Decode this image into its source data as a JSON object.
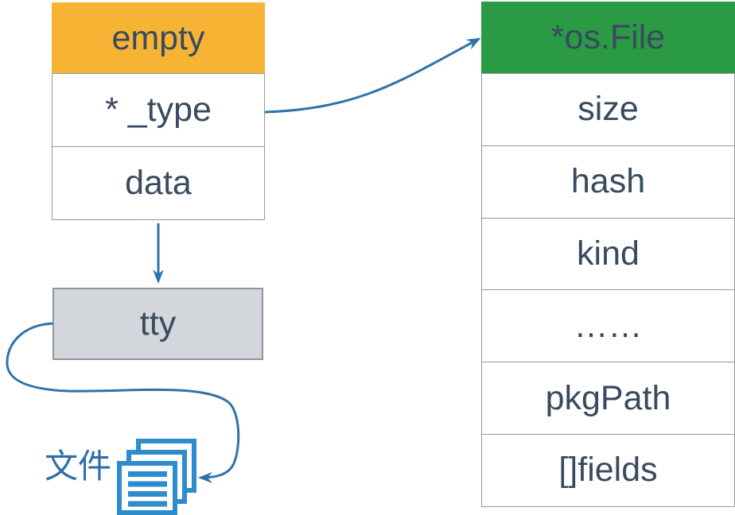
{
  "diagram": {
    "empty_table": {
      "header": "empty",
      "header_color": "#F7B434",
      "rows": [
        "* _type",
        "data"
      ]
    },
    "osfile_table": {
      "header": "*os.File",
      "header_color": "#2A9A44",
      "rows": [
        "size",
        "hash",
        "kind",
        "……",
        "pkgPath",
        "[]fields"
      ]
    },
    "tty_box": {
      "label": "tty",
      "fill": "#D3D6DB"
    },
    "file_label": "文件",
    "icons": {
      "documents_icon": "stacked-documents"
    },
    "colors": {
      "arrow": "#2E73A8",
      "text": "#394A60",
      "cell_border": "#8F99A3",
      "icon_blue": "#2E8BCC",
      "label_blue": "#2D6FAC",
      "background": "#FFFFFF"
    }
  }
}
